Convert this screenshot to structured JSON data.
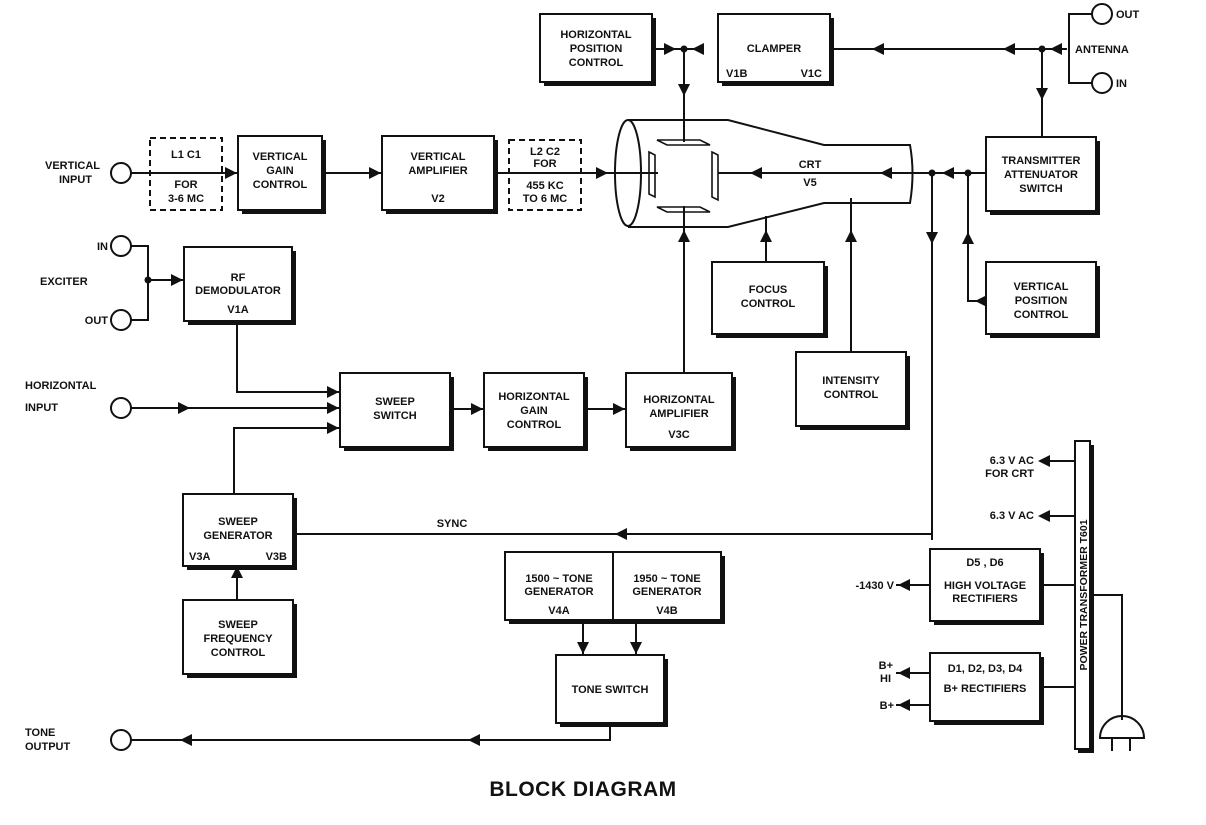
{
  "title": "BLOCK DIAGRAM",
  "blocks": {
    "vertical_gain_control": [
      "VERTICAL",
      "GAIN",
      "CONTROL"
    ],
    "vertical_amplifier": [
      "VERTICAL",
      "AMPLIFIER"
    ],
    "vertical_amplifier_tube": "V2",
    "horizontal_position_control": [
      "HORIZONTAL",
      "POSITION",
      "CONTROL"
    ],
    "clamper": "CLAMPER",
    "clamper_tubes": [
      "V1B",
      "V1C"
    ],
    "transmitter_attenuator_switch": [
      "TRANSMITTER",
      "ATTENUATOR",
      "SWITCH"
    ],
    "focus_control": [
      "FOCUS",
      "CONTROL"
    ],
    "vertical_position_control": [
      "VERTICAL",
      "POSITION",
      "CONTROL"
    ],
    "rf_demodulator": [
      "RF",
      "DEMODULATOR"
    ],
    "rf_demodulator_tube": "V1A",
    "sweep_switch": [
      "SWEEP",
      "SWITCH"
    ],
    "horizontal_gain_control": [
      "HORIZONTAL",
      "GAIN",
      "CONTROL"
    ],
    "horizontal_amplifier": [
      "HORIZONTAL",
      "AMPLIFIER"
    ],
    "horizontal_amplifier_tube": "V3C",
    "intensity_control": [
      "INTENSITY",
      "CONTROL"
    ],
    "sweep_generator": [
      "SWEEP",
      "GENERATOR"
    ],
    "sweep_generator_tubes": [
      "V3A",
      "V3B"
    ],
    "sweep_frequency_control": [
      "SWEEP",
      "FREQUENCY",
      "CONTROL"
    ],
    "tone_gen_1500": [
      "1500 ~ TONE",
      "GENERATOR"
    ],
    "tone_gen_1500_tube": "V4A",
    "tone_gen_1950": [
      "1950 ~ TONE",
      "GENERATOR"
    ],
    "tone_gen_1950_tube": "V4B",
    "tone_switch": "TONE SWITCH",
    "high_voltage_rectifiers": [
      "D5 , D6",
      "HIGH VOLTAGE",
      "RECTIFIERS"
    ],
    "b_plus_rectifiers": [
      "D1, D2, D3, D4",
      "B+ RECTIFIERS"
    ],
    "power_transformer": "POWER TRANSFORMER  T601"
  },
  "filters": {
    "l1c1": [
      "L1  C1",
      "FOR",
      "3-6 MC"
    ],
    "l2c2": [
      "L2  C2",
      "FOR",
      "455 KC",
      "TO 6 MC"
    ]
  },
  "crt": [
    "CRT",
    "V5"
  ],
  "terminals": {
    "vertical_input": [
      "VERTICAL",
      "INPUT"
    ],
    "exciter": "EXCITER",
    "exciter_in": "IN",
    "exciter_out": "OUT",
    "horizontal_input": [
      "HORIZONTAL",
      "INPUT"
    ],
    "tone_output": [
      "TONE",
      "OUTPUT"
    ],
    "antenna": "ANTENNA",
    "antenna_out": "OUT",
    "antenna_in": "IN"
  },
  "signals": {
    "sync": "SYNC",
    "ac_for_crt": [
      "6.3 V AC",
      "FOR CRT"
    ],
    "ac": "6.3 V AC",
    "minus_1430v": "-1430 V",
    "b_plus_hi": [
      "B+",
      "HI"
    ],
    "b_plus": "B+"
  }
}
